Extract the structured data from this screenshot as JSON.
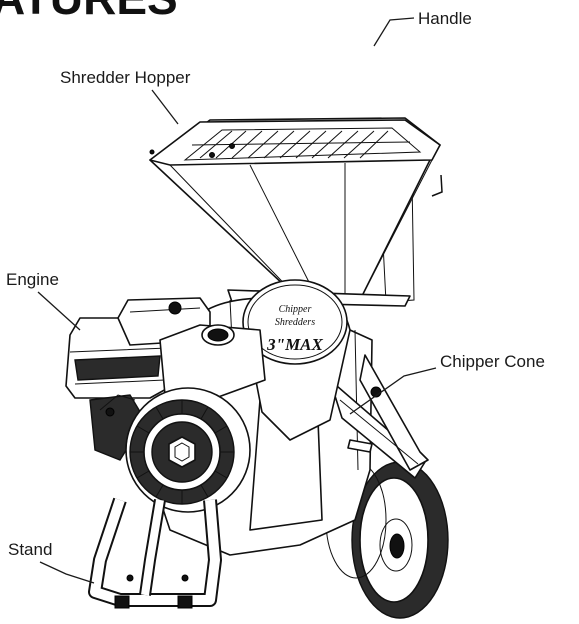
{
  "heading": "ATURES",
  "labels": {
    "handle": "Handle",
    "shredder_hopper": "Shredder Hopper",
    "engine": "Engine",
    "chipper_cone": "Chipper Cone",
    "stand": "Stand"
  },
  "logo": {
    "line1": "Chipper",
    "line2": "Shredders",
    "capacity": "3\"MAX"
  }
}
